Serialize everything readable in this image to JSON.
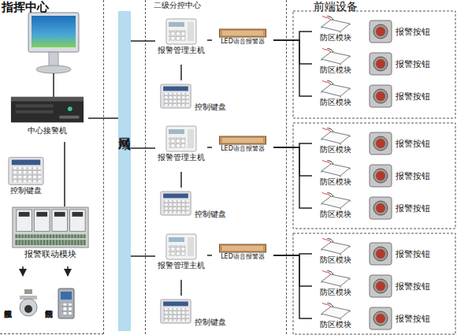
{
  "diagram": {
    "nodes": [
      {
        "text": [
          "指挥中心"
        ]
      },
      {
        "text": [
          "中心接警机"
        ],
        "in": 0
      },
      {
        "text": [
          "控制键盘"
        ],
        "in": 0
      },
      {
        "text": [
          "报警联动模块"
        ],
        "in": 0
      },
      {
        "text": [
          "视频监控系统"
        ],
        "in": 0
      },
      {
        "text": [
          "门禁控制系统"
        ],
        "in": 0
      },
      {
        "text": [
          "局域网"
        ]
      },
      {
        "text": [
          "二级分控中心"
        ]
      },
      {
        "text": [
          "报警管理主机"
        ],
        "in": 7
      },
      {
        "text": [
          "LED语音报警器"
        ],
        "in": 7
      },
      {
        "text": [
          "控制键盘"
        ],
        "in": 7
      },
      {
        "text": [
          "报警管理主机"
        ],
        "in": 7
      },
      {
        "text": [
          "LED语音报警器"
        ],
        "in": 7
      },
      {
        "text": [
          "控制键盘"
        ],
        "in": 7
      },
      {
        "text": [
          "报警管理主机"
        ],
        "in": 7
      },
      {
        "text": [
          "LED语音报警器"
        ],
        "in": 7
      },
      {
        "text": [
          "控制键盘"
        ],
        "in": 7
      },
      {
        "text": [
          "防区模块"
        ]
      },
      {
        "text": [
          "报警按钮"
        ]
      },
      {
        "text": [
          "防区模块"
        ]
      },
      {
        "text": [
          "报警按钮"
        ]
      },
      {
        "text": [
          "防区模块"
        ]
      },
      {
        "text": [
          "报警按钮"
        ]
      },
      {
        "text": [
          "防区模块"
        ]
      },
      {
        "text": [
          "报警按钮"
        ]
      },
      {
        "text": [
          "防区模块"
        ]
      },
      {
        "text": [
          "报警按钮"
        ]
      },
      {
        "text": [
          "防区模块"
        ]
      },
      {
        "text": [
          "报警按钮"
        ]
      },
      {
        "text": [
          "防区模块"
        ]
      },
      {
        "text": [
          "报警按钮"
        ]
      },
      {
        "text": [
          "防区模块"
        ]
      },
      {
        "text": [
          "报警按钮"
        ]
      },
      {
        "text": [
          "防区模块"
        ]
      },
      {
        "text": [
          "报警按钮"
        ]
      }
    ],
    "edges": [
      {
        "from": 1,
        "to": 6,
        "arrow": "none"
      },
      {
        "from": 1,
        "to": 3,
        "arrow": "none"
      },
      {
        "from": 3,
        "to": 4,
        "arrow": "to"
      },
      {
        "from": 3,
        "to": 5,
        "arrow": "to"
      },
      {
        "from": 6,
        "to": 8,
        "arrow": "none"
      },
      {
        "from": 8,
        "to": 9,
        "arrow": "none"
      },
      {
        "from": 8,
        "to": 10,
        "arrow": "none"
      },
      {
        "from": 9,
        "to": 17,
        "arrow": "none"
      },
      {
        "from": 9,
        "to": 19,
        "arrow": "none"
      },
      {
        "from": 9,
        "to": 21,
        "arrow": "none"
      },
      {
        "from": 6,
        "to": 11,
        "arrow": "none"
      },
      {
        "from": 11,
        "to": 12,
        "arrow": "none"
      },
      {
        "from": 11,
        "to": 13,
        "arrow": "none"
      },
      {
        "from": 12,
        "to": 23,
        "arrow": "none"
      },
      {
        "from": 12,
        "to": 25,
        "arrow": "none"
      },
      {
        "from": 12,
        "to": 27,
        "arrow": "none"
      },
      {
        "from": 6,
        "to": 14,
        "arrow": "none"
      },
      {
        "from": 14,
        "to": 15,
        "arrow": "none"
      },
      {
        "from": 14,
        "to": 16,
        "arrow": "none"
      },
      {
        "from": 15,
        "to": 29,
        "arrow": "none"
      },
      {
        "from": 15,
        "to": 31,
        "arrow": "none"
      },
      {
        "from": 15,
        "to": 33,
        "arrow": "none"
      }
    ],
    "labels": [
      "前端设备"
    ]
  }
}
